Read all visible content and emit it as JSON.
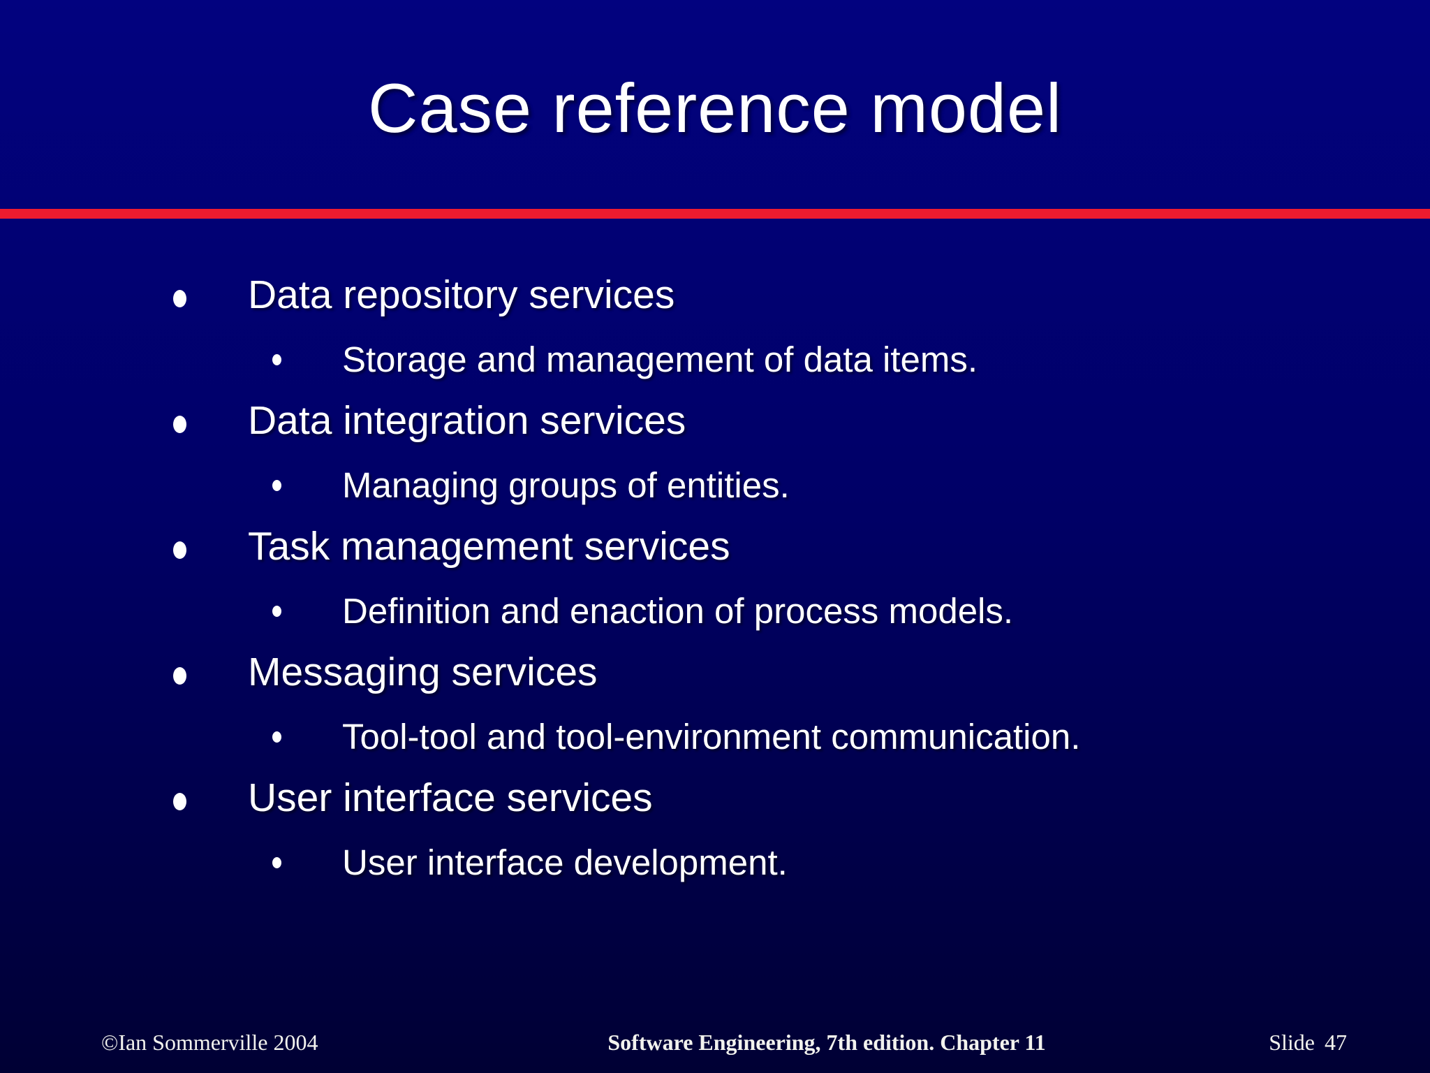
{
  "slide": {
    "title": "Case reference model",
    "bullets": [
      {
        "label": "Data repository services",
        "sub": "Storage and management of data items."
      },
      {
        "label": "Data integration services",
        "sub": "Managing groups of entities."
      },
      {
        "label": "Task management services",
        "sub": "Definition and enaction of process models."
      },
      {
        "label": "Messaging services",
        "sub": "Tool-tool and tool-environment communication."
      },
      {
        "label": "User interface services",
        "sub": "User interface development."
      }
    ],
    "footer": {
      "copyright": "©Ian Sommerville 2004",
      "center": "Software Engineering, 7th edition. Chapter 11",
      "slide_label": "Slide",
      "slide_number": "47"
    },
    "colors": {
      "accent_line": "#ed1b2f",
      "background_top": "#02027f",
      "background_middle": "#000066",
      "background_bottom": "#000034",
      "text": "#ffffff"
    }
  }
}
